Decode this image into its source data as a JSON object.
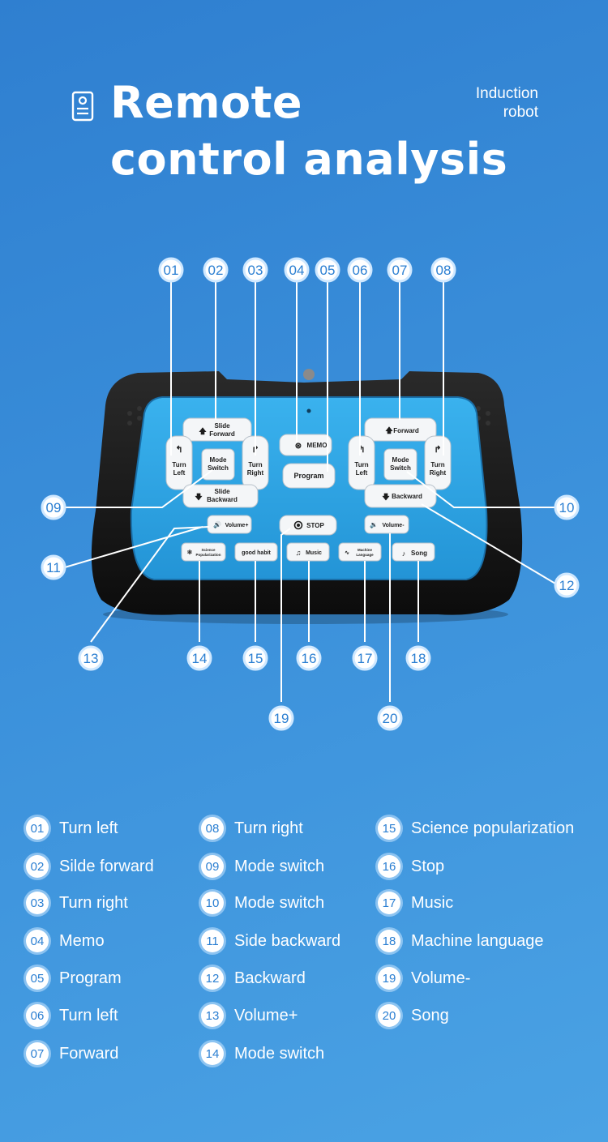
{
  "header": {
    "title_line1": "Remote",
    "title_line2": "control analysis",
    "subtitle_line1": "Induction",
    "subtitle_line2": "robot",
    "icon": "remote-control-icon"
  },
  "remote": {
    "buttons": {
      "slide_forward": [
        "Slide",
        "Forward"
      ],
      "turn_left": [
        "Turn",
        "Left"
      ],
      "mode_switch": [
        "Mode",
        "Switch"
      ],
      "turn_right": [
        "Turn",
        "Right"
      ],
      "slide_backward": [
        "Slide",
        "Backward"
      ],
      "memo": "MEMO",
      "program": "Program",
      "forward": "Forward",
      "backward": "Backward",
      "volume_plus": "Volume+",
      "stop": "STOP",
      "volume_minus": "Volume-",
      "science": [
        "Science",
        "Popularization"
      ],
      "good_habit": "good habit",
      "music": "Music",
      "machine_language": [
        "Machine",
        "Language"
      ],
      "song": "Song"
    },
    "colors": {
      "body": "#141414",
      "panel": "#2fa6e6",
      "button": "#f4f6f8"
    }
  },
  "callouts": [
    "01",
    "02",
    "03",
    "04",
    "05",
    "06",
    "07",
    "08",
    "09",
    "10",
    "11",
    "12",
    "13",
    "14",
    "15",
    "16",
    "17",
    "18",
    "19",
    "20"
  ],
  "legend": [
    {
      "num": "01",
      "label": "Turn left"
    },
    {
      "num": "02",
      "label": "Silde forward"
    },
    {
      "num": "03",
      "label": "Turn right"
    },
    {
      "num": "04",
      "label": "Memo"
    },
    {
      "num": "05",
      "label": "Program"
    },
    {
      "num": "06",
      "label": "Turn left"
    },
    {
      "num": "07",
      "label": "Forward"
    },
    {
      "num": "08",
      "label": "Turn right"
    },
    {
      "num": "09",
      "label": "Mode switch"
    },
    {
      "num": "10",
      "label": "Mode switch"
    },
    {
      "num": "11",
      "label": "Side backward"
    },
    {
      "num": "12",
      "label": "Backward"
    },
    {
      "num": "13",
      "label": "Volume+"
    },
    {
      "num": "14",
      "label": "Mode switch"
    },
    {
      "num": "15",
      "label": "Science popularization"
    },
    {
      "num": "16",
      "label": "Stop"
    },
    {
      "num": "17",
      "label": "Music"
    },
    {
      "num": "18",
      "label": "Machine language"
    },
    {
      "num": "19",
      "label": "Volume-"
    },
    {
      "num": "20",
      "label": "Song"
    }
  ],
  "colors": {
    "background_top": "#2f7fd0",
    "background_bottom": "#4aa2e4",
    "badge_text": "#2b7fd2"
  }
}
